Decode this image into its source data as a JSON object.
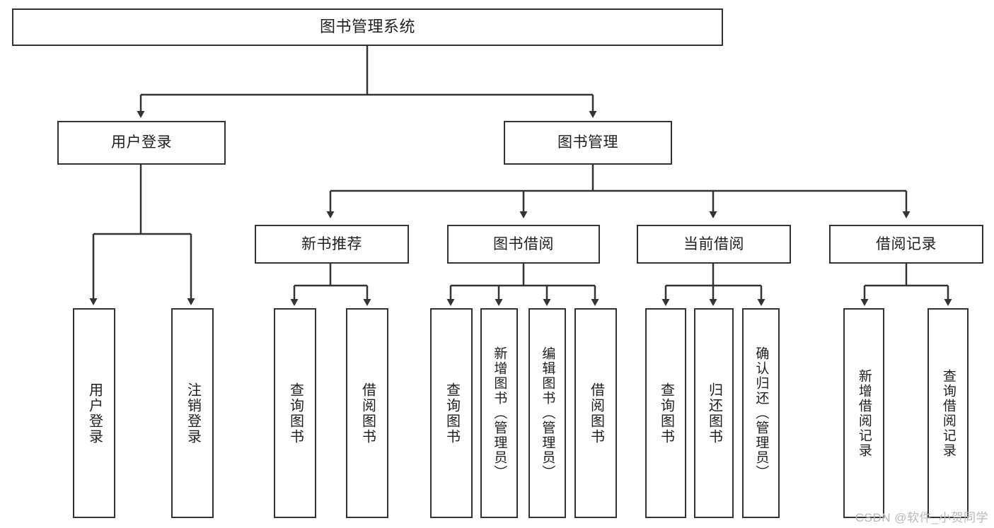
{
  "diagram": {
    "title": "图书管理系统",
    "type": "tree",
    "root": {
      "id": "root",
      "label": "图书管理系统"
    },
    "level1": [
      {
        "id": "user-login",
        "label": "用户登录"
      },
      {
        "id": "book-manage",
        "label": "图书管理"
      }
    ],
    "level2": [
      {
        "id": "new-book-rec",
        "label": "新书推荐",
        "parent": "book-manage"
      },
      {
        "id": "book-borrow",
        "label": "图书借阅",
        "parent": "book-manage"
      },
      {
        "id": "current-borrow",
        "label": "当前借阅",
        "parent": "book-manage"
      },
      {
        "id": "borrow-record",
        "label": "借阅记录",
        "parent": "book-manage"
      }
    ],
    "leaves": [
      {
        "id": "leaf-user-login",
        "label": "用户登录",
        "parent": "user-login"
      },
      {
        "id": "leaf-logout",
        "label": "注销登录",
        "parent": "user-login"
      },
      {
        "id": "leaf-query-book-1",
        "label": "查询图书",
        "parent": "new-book-rec"
      },
      {
        "id": "leaf-borrow-book-1",
        "label": "借阅图书",
        "parent": "new-book-rec"
      },
      {
        "id": "leaf-query-book-2",
        "label": "查询图书",
        "parent": "book-borrow"
      },
      {
        "id": "leaf-add-book",
        "label": "新增图书（管理员）",
        "parent": "book-borrow"
      },
      {
        "id": "leaf-edit-book",
        "label": "编辑图书（管理员）",
        "parent": "book-borrow"
      },
      {
        "id": "leaf-borrow-book-2",
        "label": "借阅图书",
        "parent": "book-borrow"
      },
      {
        "id": "leaf-query-book-3",
        "label": "查询图书",
        "parent": "current-borrow"
      },
      {
        "id": "leaf-return-book",
        "label": "归还图书",
        "parent": "current-borrow"
      },
      {
        "id": "leaf-confirm-return",
        "label": "确认归还（管理员）",
        "parent": "current-borrow"
      },
      {
        "id": "leaf-add-record",
        "label": "新增借阅记录",
        "parent": "borrow-record"
      },
      {
        "id": "leaf-query-record",
        "label": "查询借阅记录",
        "parent": "borrow-record"
      }
    ],
    "colors": {
      "stroke": "#333333",
      "box_fill": "#ffffff",
      "text": "#1f1f1f",
      "background": "#ffffff",
      "watermark": "#b9b9b9"
    }
  },
  "watermark": {
    "text": "CSDN @软件_小贺同学"
  }
}
